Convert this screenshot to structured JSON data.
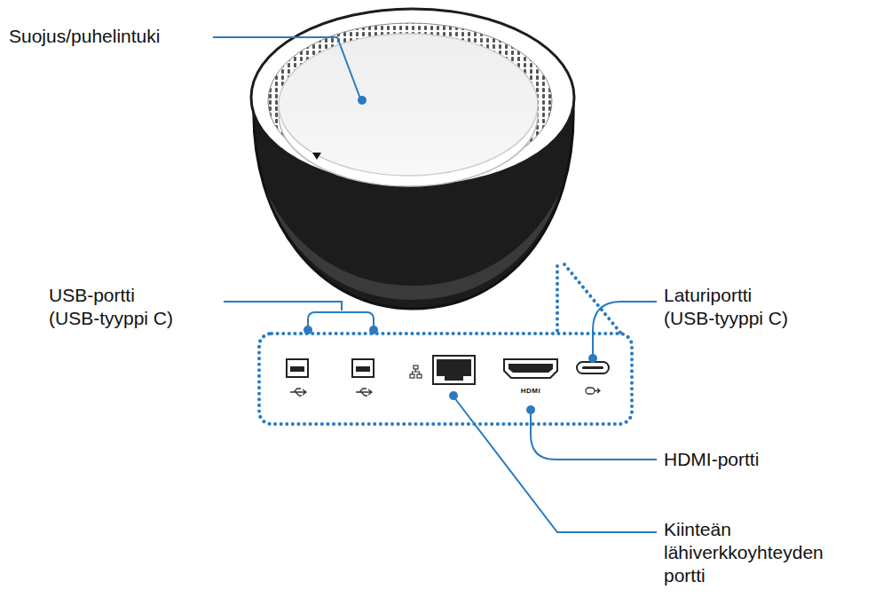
{
  "diagram": {
    "labels": [
      "Suojus/puhelintuki",
      "USB-portti (USB-tyyppi C)",
      "Laturiportti (USB-tyyppi C)",
      "HDMI-portti",
      "Kiinteän lähiverkkoyhteyden portti",
      "HDMI"
    ]
  }
}
